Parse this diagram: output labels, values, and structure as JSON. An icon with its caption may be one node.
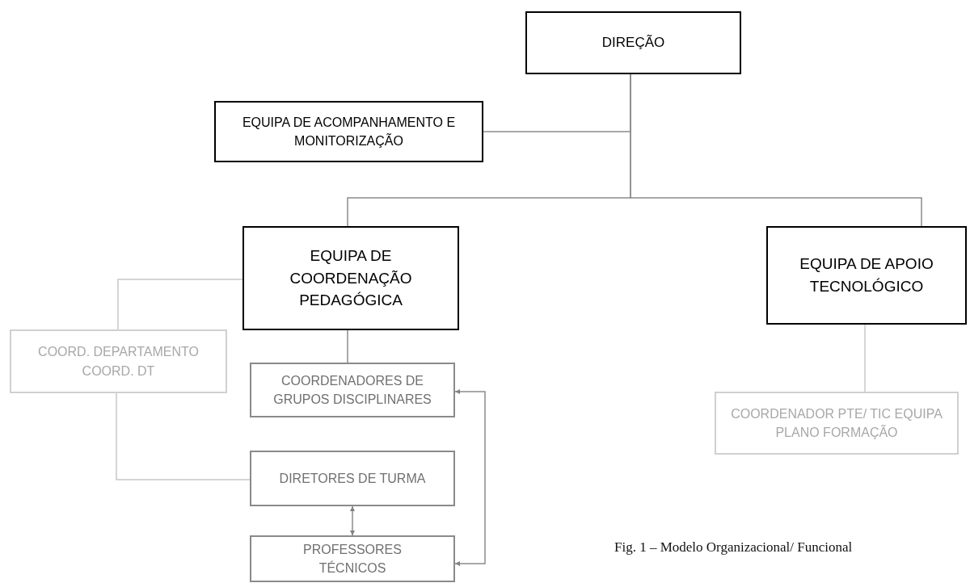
{
  "diagram": {
    "caption": "Fig. 1 – Modelo Organizacional/ Funcional",
    "nodes": [
      {
        "text": [
          "DIREÇÃO"
        ]
      },
      {
        "text": [
          "EQUIPA DE ACOMPANHAMENTO E MONITORIZAÇÃO"
        ]
      },
      {
        "text": [
          "EQUIPA DE COORDENAÇÃO PEDAGÓGICA"
        ]
      },
      {
        "text": [
          "EQUIPA DE APOIO TECNOLÓGICO"
        ]
      },
      {
        "text": [
          "COORD. DEPARTAMENTO COORD. DT"
        ]
      },
      {
        "text": [
          "COORDENADORES DE GRUPOS DISCIPLINARES"
        ]
      },
      {
        "text": [
          "DIRETORES DE TURMA"
        ]
      },
      {
        "text": [
          "PROFESSORES TÉCNICOS"
        ]
      },
      {
        "text": [
          "COORDENADOR PTE/ TIC EQUIPA PLANO FORMAÇÃO"
        ]
      }
    ],
    "edges": [
      {
        "from": 0,
        "to": 1,
        "arrow": "none"
      },
      {
        "from": 0,
        "to": 2,
        "arrow": "none"
      },
      {
        "from": 0,
        "to": 3,
        "arrow": "none"
      },
      {
        "from": 2,
        "to": 4,
        "arrow": "none",
        "color": "#c8c8c8"
      },
      {
        "from": 2,
        "to": 5,
        "arrow": "none"
      },
      {
        "from": 4,
        "to": 6,
        "arrow": "none",
        "color": "#c8c8c8"
      },
      {
        "from": 6,
        "to": 7,
        "arrow": "both"
      },
      {
        "from": 5,
        "to": 7,
        "arrow": "both"
      },
      {
        "from": 3,
        "to": 8,
        "arrow": "none",
        "color": "#c8c8c8"
      }
    ]
  }
}
